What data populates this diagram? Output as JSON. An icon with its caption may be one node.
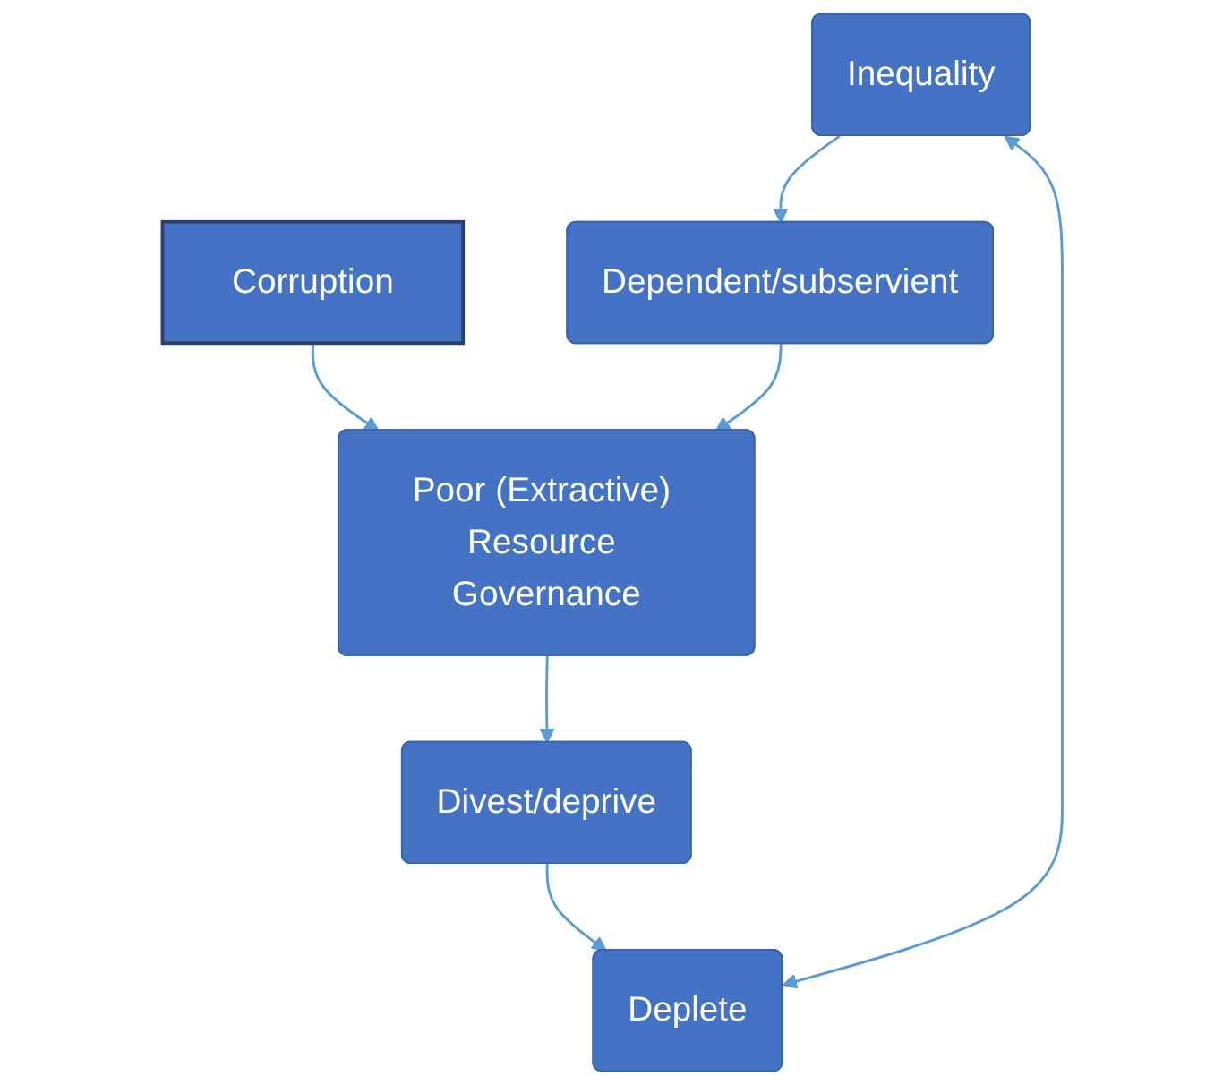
{
  "diagram": {
    "nodes": [
      {
        "text": [
          "Corruption"
        ]
      },
      {
        "text": [
          "Poor (Extractive) Resource Governance"
        ]
      },
      {
        "text": [
          "Divest/deprive"
        ]
      },
      {
        "text": [
          "Deplete"
        ]
      },
      {
        "text": [
          "Inequality"
        ]
      },
      {
        "text": [
          "Dependent/subservient"
        ]
      }
    ],
    "edges": [
      {
        "from": 0,
        "to": 1,
        "arrow": "to"
      },
      {
        "from": 1,
        "to": 2,
        "arrow": "to"
      },
      {
        "from": 2,
        "to": 3,
        "arrow": "to"
      },
      {
        "from": 4,
        "to": 3,
        "arrow": "both"
      },
      {
        "from": 4,
        "to": 5,
        "arrow": "to"
      },
      {
        "from": 5,
        "to": 1,
        "arrow": "to"
      }
    ]
  }
}
